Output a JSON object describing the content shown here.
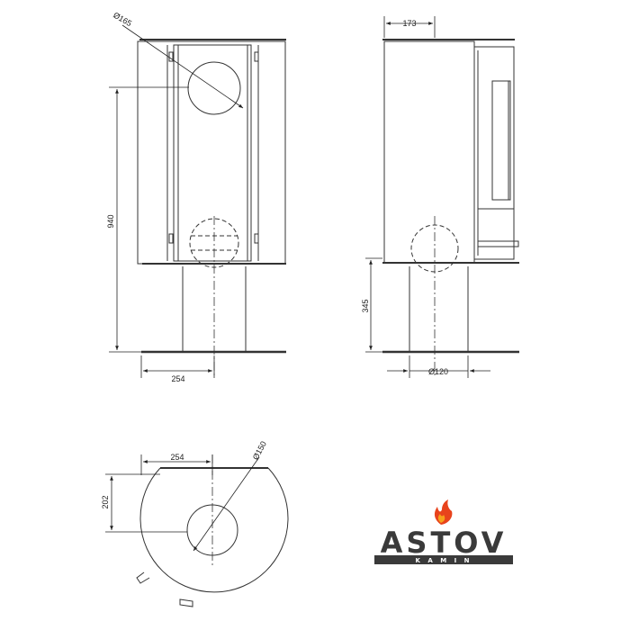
{
  "dimensions": {
    "flue_diameter_front": "Ø165",
    "total_height": "940",
    "base_half_width_front": "254",
    "top_depth_side": "173",
    "pedestal_height": "345",
    "pipe_diameter": "Ø120",
    "plan_half_width": "254",
    "plan_offset": "202",
    "plan_flue_diameter": "Ø150"
  },
  "brand": {
    "name": "ASTOV",
    "tagline": "K A M I N",
    "flame_colors": [
      "#e8431c",
      "#f6a11c"
    ],
    "text_color": "#3a3a3a"
  },
  "icons": [
    "flame-icon"
  ]
}
